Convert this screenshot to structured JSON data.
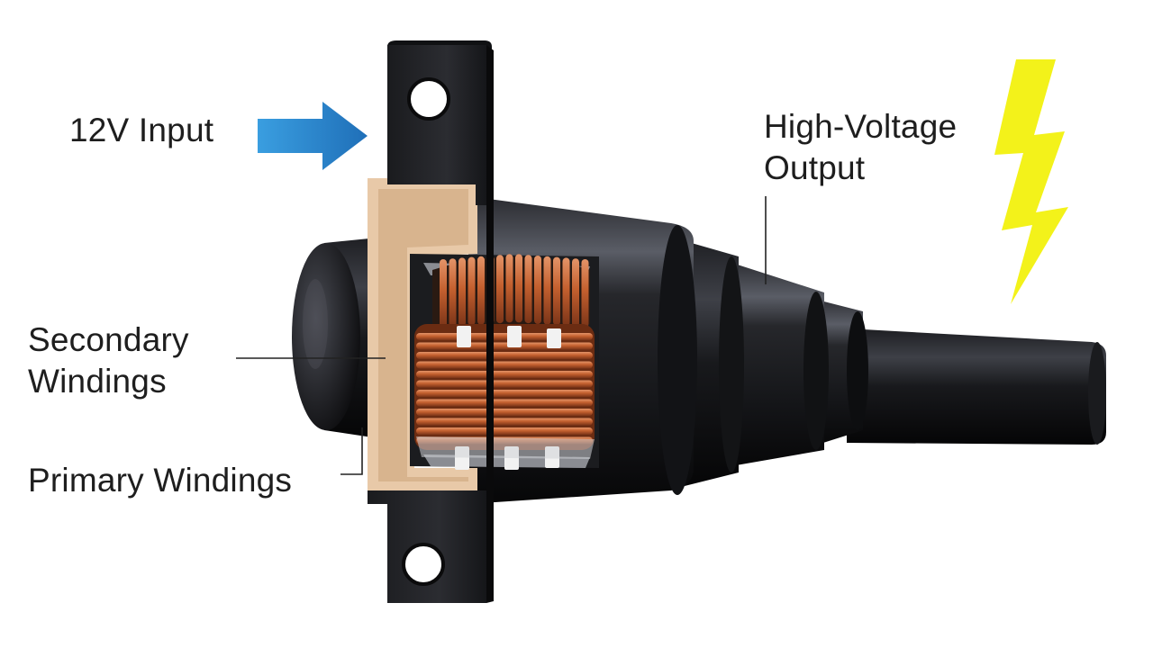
{
  "labels": {
    "input": "12V Input",
    "high_voltage_line1": "High-Voltage",
    "high_voltage_line2": "Output",
    "secondary_line1": "Secondary",
    "secondary_line2": "Windings",
    "primary": "Primary Windings"
  },
  "colors": {
    "input_arrow": "#2c8fd6",
    "lightning": "#f3f21a",
    "copper": "#c4602f",
    "housing": "#1c1d20",
    "leader_line": "#222222"
  },
  "icons": {
    "input_arrow": "arrow-right-icon",
    "output_symbol": "lightning-bolt-icon"
  }
}
